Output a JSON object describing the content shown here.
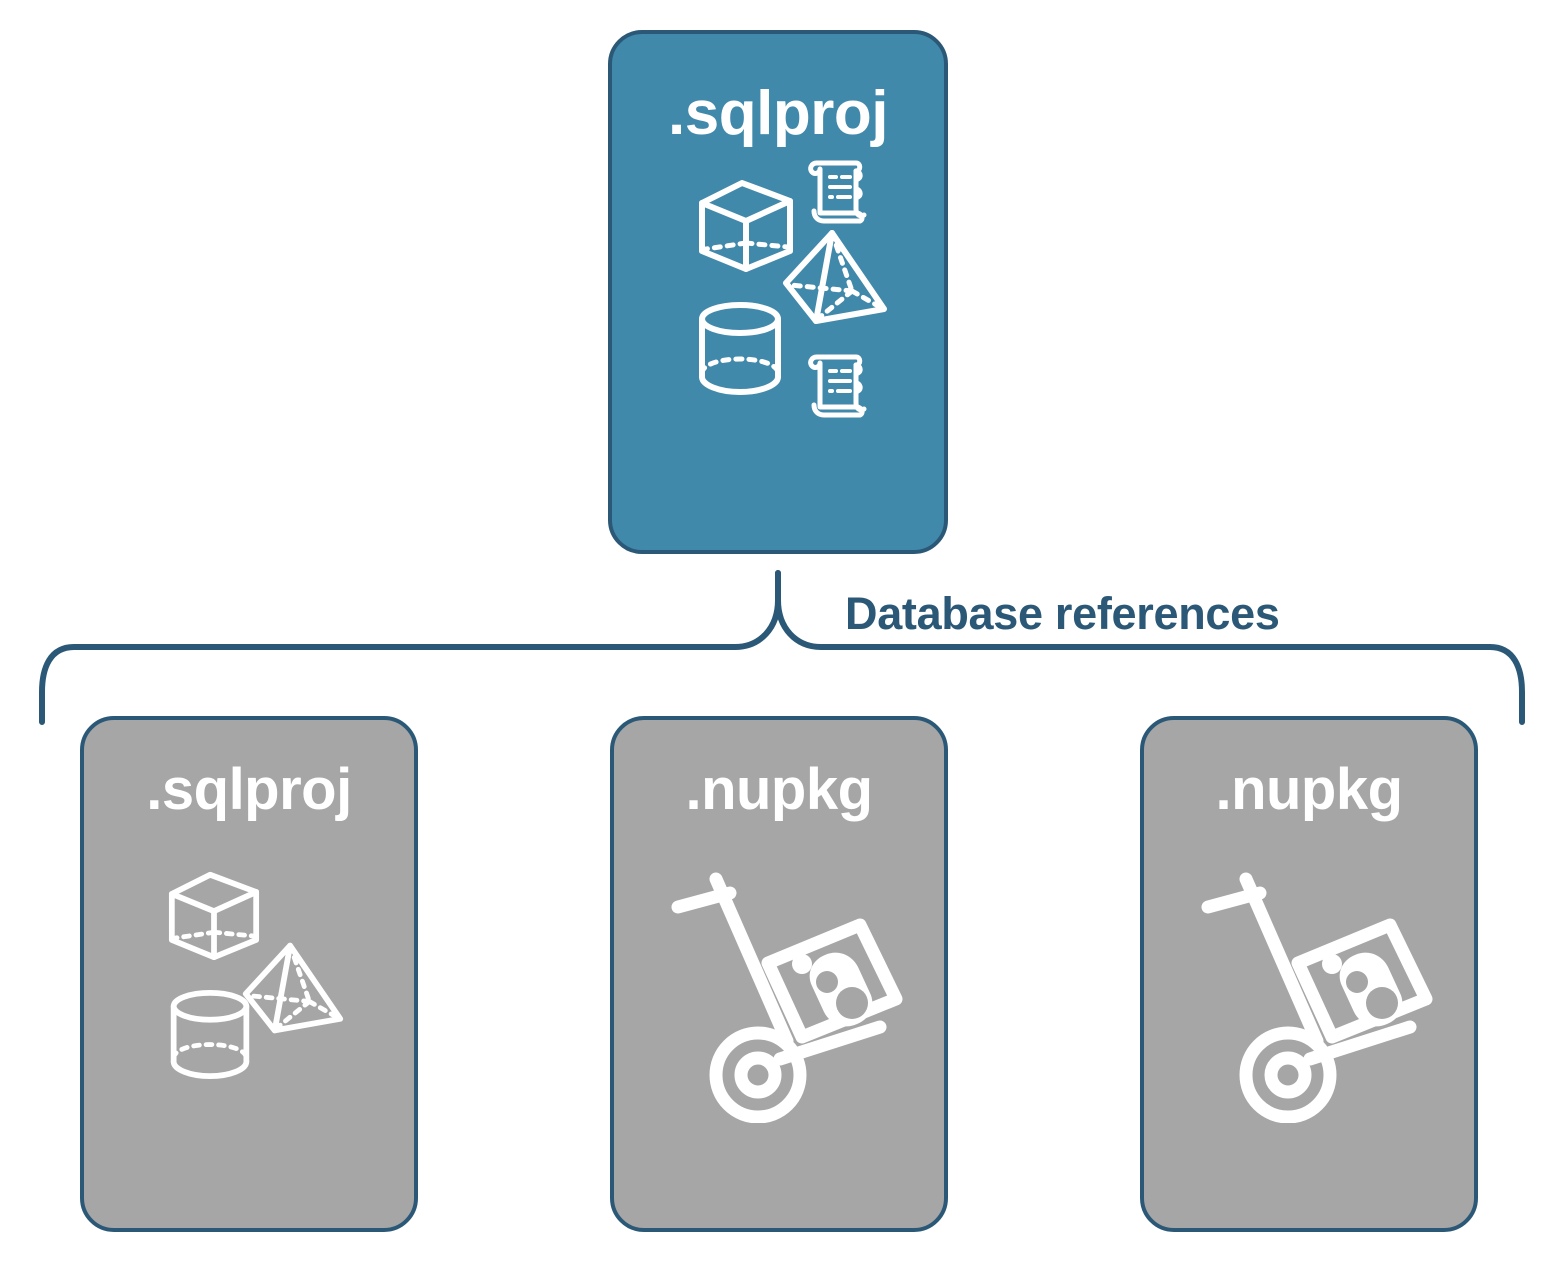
{
  "diagram": {
    "title_text": "Database references",
    "colors": {
      "accent_blue_fill": "#4189ab",
      "outline_blue": "#2b5877",
      "gray_fill": "#a6a6a6",
      "label_white": "#ffffff",
      "background": "#ffffff"
    },
    "root": {
      "label": ".sqlproj",
      "fill": "#4189ab",
      "icons": [
        "cube-wireframe-icon",
        "scroll-icon",
        "pyramid-wireframe-icon",
        "cylinder-wireframe-icon",
        "scroll-icon"
      ]
    },
    "connector": {
      "label": "Database references",
      "shape": "curly-brace",
      "color": "#2b5877"
    },
    "children": [
      {
        "label": ".sqlproj",
        "fill": "#a6a6a6",
        "icon_set": "database-objects",
        "icons": [
          "cube-wireframe-icon",
          "pyramid-wireframe-icon",
          "cylinder-wireframe-icon"
        ]
      },
      {
        "label": ".nupkg",
        "fill": "#a6a6a6",
        "icon_set": "nuget-package",
        "icons": [
          "hand-truck-package-icon"
        ]
      },
      {
        "label": ".nupkg",
        "fill": "#a6a6a6",
        "icon_set": "nuget-package",
        "icons": [
          "hand-truck-package-icon"
        ]
      }
    ]
  }
}
